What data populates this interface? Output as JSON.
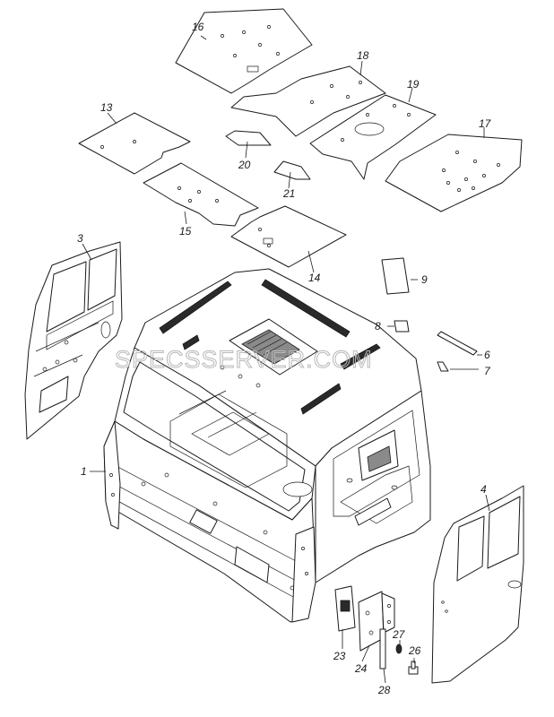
{
  "watermark": "SPECSSERVER.COM",
  "labels": {
    "p1": "1",
    "p3": "3",
    "p4": "4",
    "p6": "6",
    "p7": "7",
    "p8": "8",
    "p9": "9",
    "p13": "13",
    "p14": "14",
    "p15": "15",
    "p16": "16",
    "p17": "17",
    "p18": "18",
    "p19": "19",
    "p20": "20",
    "p21": "21",
    "p23": "23",
    "p24": "24",
    "p26": "26",
    "p27": "27",
    "p28": "28"
  }
}
